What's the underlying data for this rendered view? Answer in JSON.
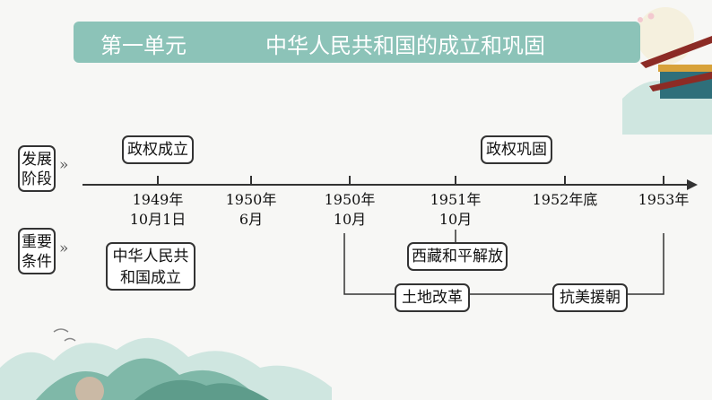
{
  "header": {
    "unit": "第一单元",
    "title": "中华人民共和国的成立和巩固"
  },
  "labels": {
    "stage": [
      "发展",
      "阶段"
    ],
    "conditions": [
      "重要",
      "条件"
    ],
    "chevron": "»"
  },
  "stages": {
    "founding": "政权成立",
    "consolidation": "政权巩固"
  },
  "timeline": [
    {
      "line1": "1949年",
      "line2": "10月1日"
    },
    {
      "line1": "1950年",
      "line2": "6月"
    },
    {
      "line1": "1950年",
      "line2": "10月"
    },
    {
      "line1": "1951年",
      "line2": "10月"
    },
    {
      "line1": "1952年底",
      "line2": ""
    },
    {
      "line1": "1953年",
      "line2": ""
    }
  ],
  "events": {
    "prc_founding": [
      "中华人民共",
      "和国成立"
    ],
    "tibet": "西藏和平解放",
    "land_reform": "土地改革",
    "korea": "抗美援朝"
  },
  "colors": {
    "title_bg": "#8cc3b8",
    "title_text": "#ffffff",
    "line": "#333333",
    "mountain": "#7fb8a8"
  }
}
